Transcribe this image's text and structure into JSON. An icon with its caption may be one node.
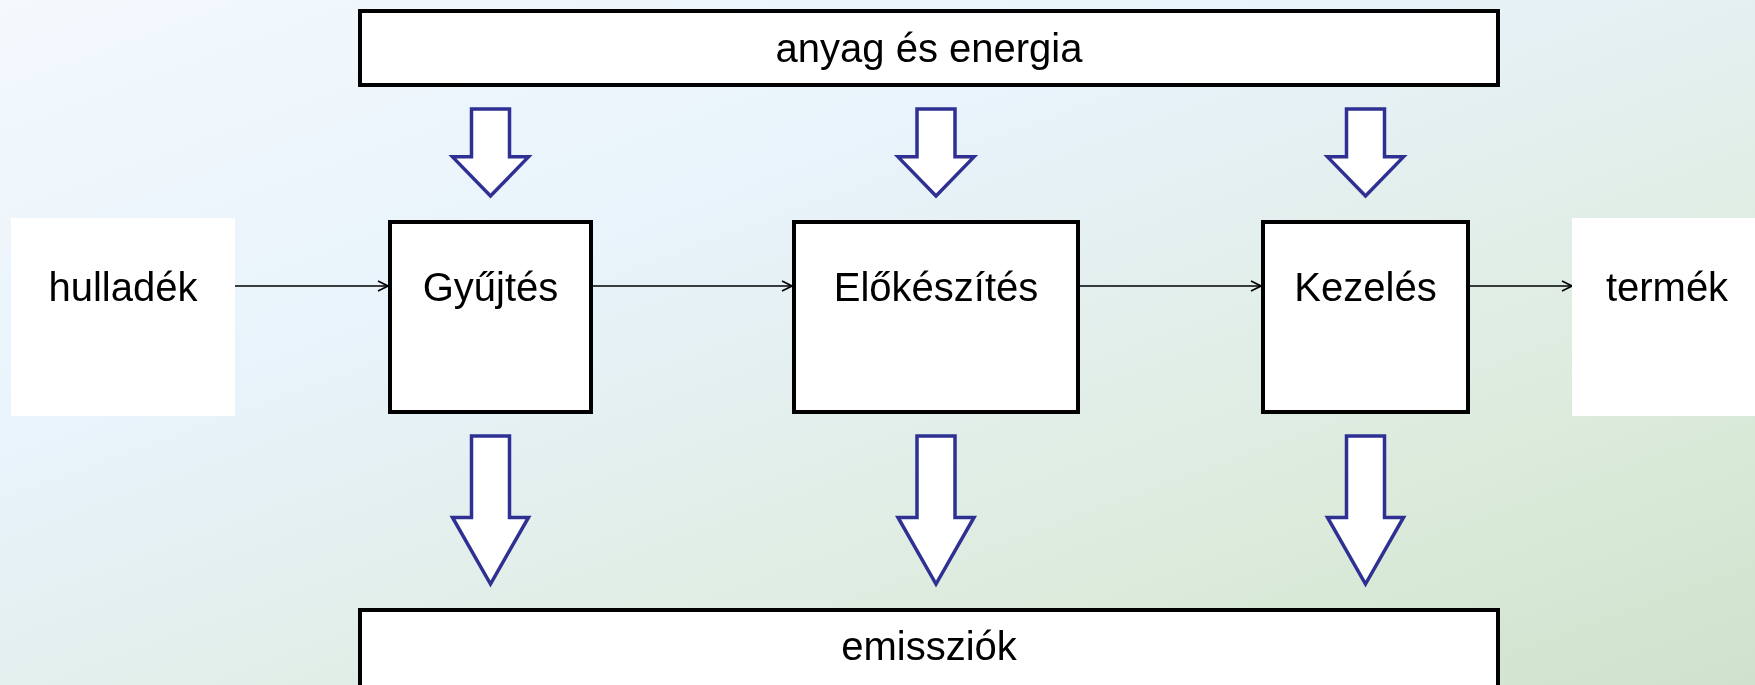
{
  "diagram": {
    "nodes": [
      {
        "text": [
          "anyag és energia"
        ]
      },
      {
        "text": [
          "hulladék"
        ]
      },
      {
        "text": [
          "Gyűjtés"
        ]
      },
      {
        "text": [
          "Előkészítés"
        ]
      },
      {
        "text": [
          "Kezelés"
        ]
      },
      {
        "text": [
          "termék"
        ]
      },
      {
        "text": [
          "emissziók"
        ]
      }
    ],
    "edges": [
      {
        "from": 1,
        "to": 2,
        "arrow": "to"
      },
      {
        "from": 2,
        "to": 3,
        "arrow": "to"
      },
      {
        "from": 3,
        "to": 4,
        "arrow": "to"
      },
      {
        "from": 4,
        "to": 5,
        "arrow": "to"
      },
      {
        "from": 0,
        "to": 2,
        "arrow": "to",
        "style": "thick",
        "color": "#2e3192"
      },
      {
        "from": 0,
        "to": 3,
        "arrow": "to",
        "style": "thick",
        "color": "#2e3192"
      },
      {
        "from": 0,
        "to": 4,
        "arrow": "to",
        "style": "thick",
        "color": "#2e3192"
      },
      {
        "from": 2,
        "to": 6,
        "arrow": "to",
        "style": "thick",
        "color": "#2e3192"
      },
      {
        "from": 3,
        "to": 6,
        "arrow": "to",
        "style": "thick",
        "color": "#2e3192"
      },
      {
        "from": 4,
        "to": 6,
        "arrow": "to",
        "style": "thick",
        "color": "#2e3192"
      }
    ]
  }
}
